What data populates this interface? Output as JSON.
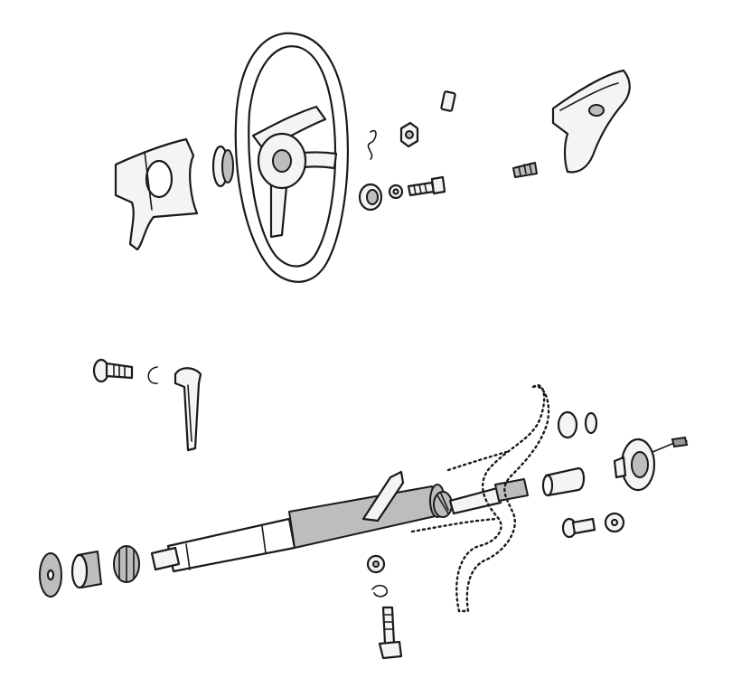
{
  "diagram": {
    "parts": [
      {
        "id": "steering-wheel",
        "icon": "steering-wheel-icon"
      },
      {
        "id": "wheel-rear-shroud",
        "icon": "shroud-icon"
      },
      {
        "id": "horn-pad-cover",
        "icon": "horn-pad-icon"
      },
      {
        "id": "wheel-hub-spacer",
        "icon": "spacer-icon"
      },
      {
        "id": "spring-clip",
        "icon": "spring-icon"
      },
      {
        "id": "hex-nut",
        "icon": "nut-icon"
      },
      {
        "id": "small-clip",
        "icon": "clip-icon"
      },
      {
        "id": "contact-spring",
        "icon": "spring-icon"
      },
      {
        "id": "bushing",
        "icon": "bushing-icon"
      },
      {
        "id": "lock-washer",
        "icon": "washer-icon"
      },
      {
        "id": "mounting-bolt",
        "icon": "bolt-icon"
      },
      {
        "id": "bracket-bolt",
        "icon": "bolt-icon"
      },
      {
        "id": "retaining-ring",
        "icon": "ring-icon"
      },
      {
        "id": "support-bracket",
        "icon": "bracket-icon"
      },
      {
        "id": "column-jacket",
        "icon": "tube-icon"
      },
      {
        "id": "tilt-lever",
        "icon": "lever-icon"
      },
      {
        "id": "bearing",
        "icon": "bearing-icon"
      },
      {
        "id": "sleeve",
        "icon": "sleeve-icon"
      },
      {
        "id": "spacer-ring",
        "icon": "ring-icon"
      },
      {
        "id": "turn-signal-switch",
        "icon": "switch-icon"
      },
      {
        "id": "upper-bushing",
        "icon": "bushing-icon"
      },
      {
        "id": "lower-washer",
        "icon": "washer-icon"
      },
      {
        "id": "lower-seal",
        "icon": "seal-icon"
      },
      {
        "id": "lower-bearing",
        "icon": "bearing-icon"
      },
      {
        "id": "intermediate-shaft",
        "icon": "shaft-icon"
      },
      {
        "id": "column-mount-screw",
        "icon": "screw-icon"
      },
      {
        "id": "flat-washer",
        "icon": "washer-icon"
      },
      {
        "id": "long-bolt",
        "icon": "bolt-icon"
      },
      {
        "id": "dash-outline",
        "icon": "outline-icon"
      }
    ]
  }
}
